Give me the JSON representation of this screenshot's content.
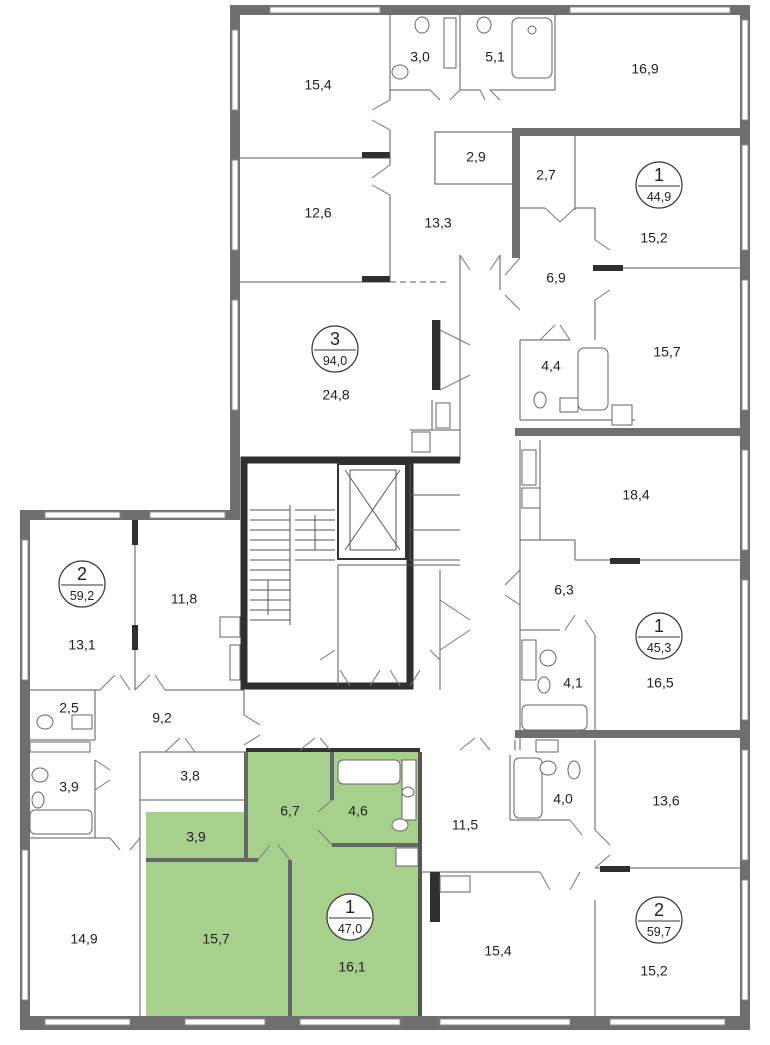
{
  "colors": {
    "highlight": "#a8d08d",
    "wall": "#6f6f6f",
    "wall_dark": "#2f2f2f",
    "background": "#ffffff"
  },
  "rooms": {
    "r_15_4_top": "15,4",
    "r_3_0": "3,0",
    "r_5_1": "5,1",
    "r_16_9": "16,9",
    "r_2_9": "2,9",
    "r_12_6": "12,6",
    "r_13_3": "13,3",
    "r_2_7": "2,7",
    "r_15_2_top": "15,2",
    "r_6_9": "6,9",
    "r_15_7_right": "15,7",
    "r_4_4": "4,4",
    "r_24_8": "24,8",
    "r_18_4": "18,4",
    "r_11_8": "11,8",
    "r_13_1": "13,1",
    "r_6_3": "6,3",
    "r_4_1": "4,1",
    "r_16_5": "16,5",
    "r_2_5": "2,5",
    "r_9_2": "9,2",
    "r_3_8": "3,8",
    "r_6_7": "6,7",
    "r_4_6": "4,6",
    "r_3_9_left": "3,9",
    "r_3_9_green": "3,9",
    "r_11_5": "11,5",
    "r_4_0": "4,0",
    "r_13_6": "13,6",
    "r_14_9": "14,9",
    "r_15_7_green": "15,7",
    "r_16_1": "16,1",
    "r_15_4_bottom": "15,4",
    "r_15_2_bottom": "15,2"
  },
  "apartments": [
    {
      "rooms": "3",
      "area": "94,0"
    },
    {
      "rooms": "1",
      "area": "44,9"
    },
    {
      "rooms": "2",
      "area": "59,2"
    },
    {
      "rooms": "1",
      "area": "45,3"
    },
    {
      "rooms": "1",
      "area": "47,0"
    },
    {
      "rooms": "2",
      "area": "59,7"
    }
  ]
}
